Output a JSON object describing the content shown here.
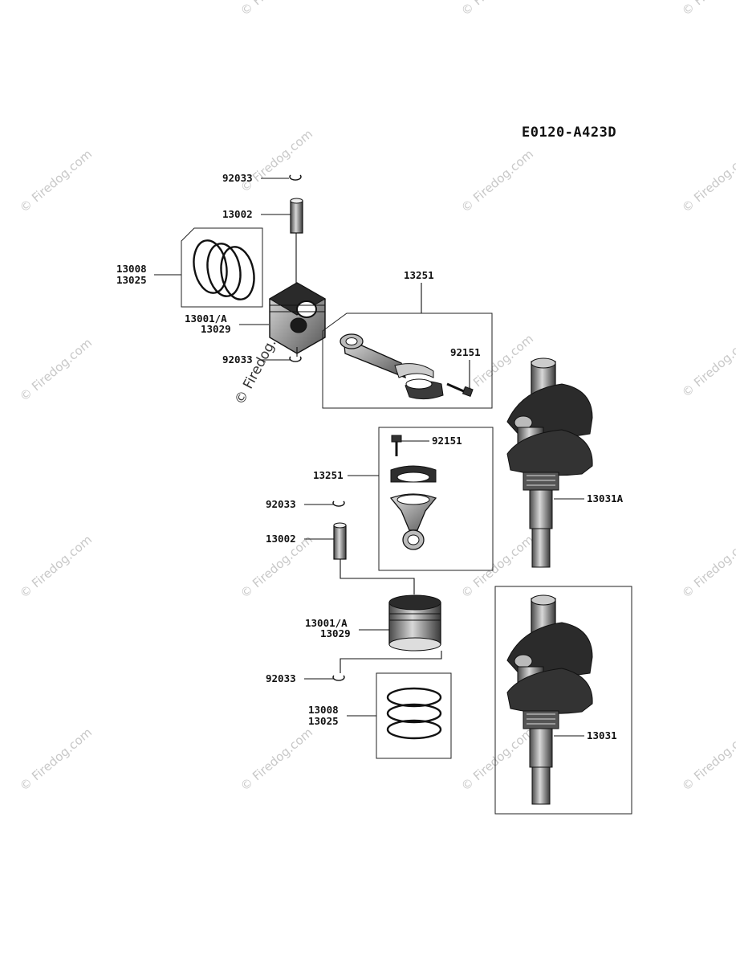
{
  "diagram_code": "E0120-A423D",
  "watermark": {
    "text": "© Firedog.com"
  },
  "upper_assembly": {
    "snap_ring_top": "92033",
    "piston_pin": "13002",
    "rings_a": "13008",
    "rings_b": "13025",
    "piston_a": "13001/A",
    "piston_b": "13029",
    "snap_ring_bottom": "92033",
    "connecting_rod": "13251",
    "rod_bolt": "92151"
  },
  "lower_assembly": {
    "rod_bolt": "92151",
    "connecting_rod": "13251",
    "snap_ring_top": "92033",
    "piston_pin": "13002",
    "piston_a": "13001/A",
    "piston_b": "13029",
    "snap_ring_bottom": "92033",
    "rings_a": "13008",
    "rings_b": "13025"
  },
  "crankshafts": {
    "upper": "13031A",
    "lower": "13031"
  },
  "colors": {
    "line": "#111111",
    "watermark": "#c8c8c8",
    "part_fill_dark": "#2a2a2a",
    "part_fill_light": "#bdbdbd"
  }
}
